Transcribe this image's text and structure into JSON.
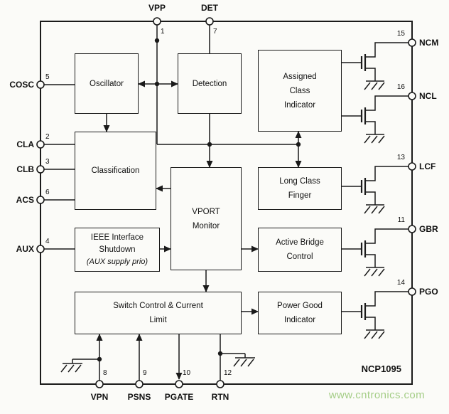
{
  "chip": {
    "name": "NCP1095"
  },
  "watermark": "www.cntronics.com",
  "blocks": {
    "oscillator": {
      "lines": [
        "Oscillator"
      ]
    },
    "detection": {
      "lines": [
        "Detection"
      ]
    },
    "assigned_class_indicator": {
      "lines": [
        "Assigned",
        "Class",
        "Indicator"
      ]
    },
    "classification": {
      "lines": [
        "Classification"
      ]
    },
    "vport_monitor": {
      "lines": [
        "VPORT",
        "Monitor"
      ]
    },
    "long_class_finger": {
      "lines": [
        "Long Class",
        "Finger"
      ]
    },
    "ieee_shutdown": {
      "lines": [
        "IEEE Interface",
        "Shutdown",
        "(AUX supply prio)"
      ]
    },
    "active_bridge": {
      "lines": [
        "Active Bridge",
        "Control"
      ]
    },
    "switch_control": {
      "lines": [
        "Switch Control & Current",
        "Limit"
      ]
    },
    "power_good": {
      "lines": [
        "Power Good",
        "Indicator"
      ]
    }
  },
  "pins": {
    "left": [
      {
        "name": "COSC",
        "number": "5"
      },
      {
        "name": "CLA",
        "number": "2"
      },
      {
        "name": "CLB",
        "number": "3"
      },
      {
        "name": "ACS",
        "number": "6"
      },
      {
        "name": "AUX",
        "number": "4"
      }
    ],
    "top": [
      {
        "name": "VPP",
        "number": "1"
      },
      {
        "name": "DET",
        "number": "7"
      }
    ],
    "right": [
      {
        "name": "NCM",
        "number": "15"
      },
      {
        "name": "NCL",
        "number": "16"
      },
      {
        "name": "LCF",
        "number": "13"
      },
      {
        "name": "GBR",
        "number": "11"
      },
      {
        "name": "PGO",
        "number": "14"
      }
    ],
    "bottom": [
      {
        "name": "VPN",
        "number": "8"
      },
      {
        "name": "PSNS",
        "number": "9"
      },
      {
        "name": "PGATE",
        "number": "10"
      },
      {
        "name": "RTN",
        "number": "12"
      }
    ]
  }
}
